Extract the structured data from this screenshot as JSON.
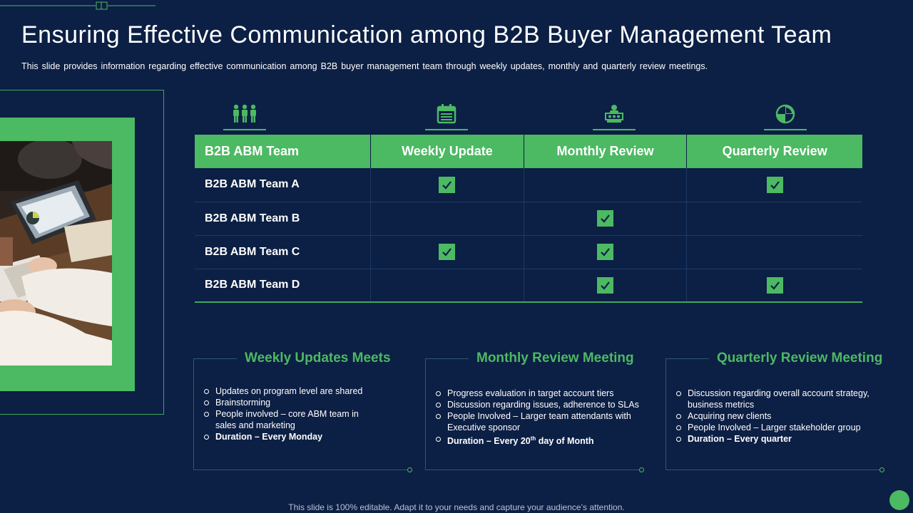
{
  "slide": {
    "title": "Ensuring Effective Communication among B2B Buyer Management Team",
    "subtitle": "This slide provides information regarding effective communication among B2B buyer management team through weekly updates, monthly and quarterly review meetings.",
    "footer": "This slide is 100% editable. Adapt it to your needs and capture your audience’s attention."
  },
  "icons": [
    "team-icon",
    "calendar-icon",
    "rating-icon",
    "pie-chart-icon"
  ],
  "table": {
    "headers": [
      "B2B ABM Team",
      "Weekly Update",
      "Monthly Review",
      "Quarterly Review"
    ],
    "rows": [
      {
        "label": "B2B ABM Team A",
        "weekly": true,
        "monthly": false,
        "quarterly": true
      },
      {
        "label": "B2B ABM Team B",
        "weekly": false,
        "monthly": true,
        "quarterly": false
      },
      {
        "label": "B2B ABM Team C",
        "weekly": true,
        "monthly": true,
        "quarterly": false
      },
      {
        "label": "B2B ABM Team D",
        "weekly": false,
        "monthly": true,
        "quarterly": true
      }
    ]
  },
  "boxes": {
    "weekly": {
      "title": "Weekly Updates Meets",
      "items": [
        "Updates on program level are shared",
        "Brainstorming",
        "People involved  – core ABM team in sales and marketing"
      ],
      "duration": "Duration – Every Monday"
    },
    "monthly": {
      "title": "Monthly Review Meeting",
      "items": [
        "Progress evaluation  in target account tiers",
        "Discussion regarding  issues, adherence to SLAs",
        "People Involved  – Larger team attendants with Executive sponsor"
      ],
      "duration_prefix": "Duration – Every 20",
      "duration_sup": "th",
      "duration_suffix": " day of Month"
    },
    "quarterly": {
      "title": "Quarterly Review Meeting",
      "items": [
        "Discussion regarding  overall account strategy, business  metrics",
        "Acquiring new clients",
        "People Involved  – Larger stakeholder group"
      ],
      "duration": "Duration – Every quarter"
    }
  },
  "colors": {
    "background": "#0c1f44",
    "accent": "#4cb963"
  }
}
